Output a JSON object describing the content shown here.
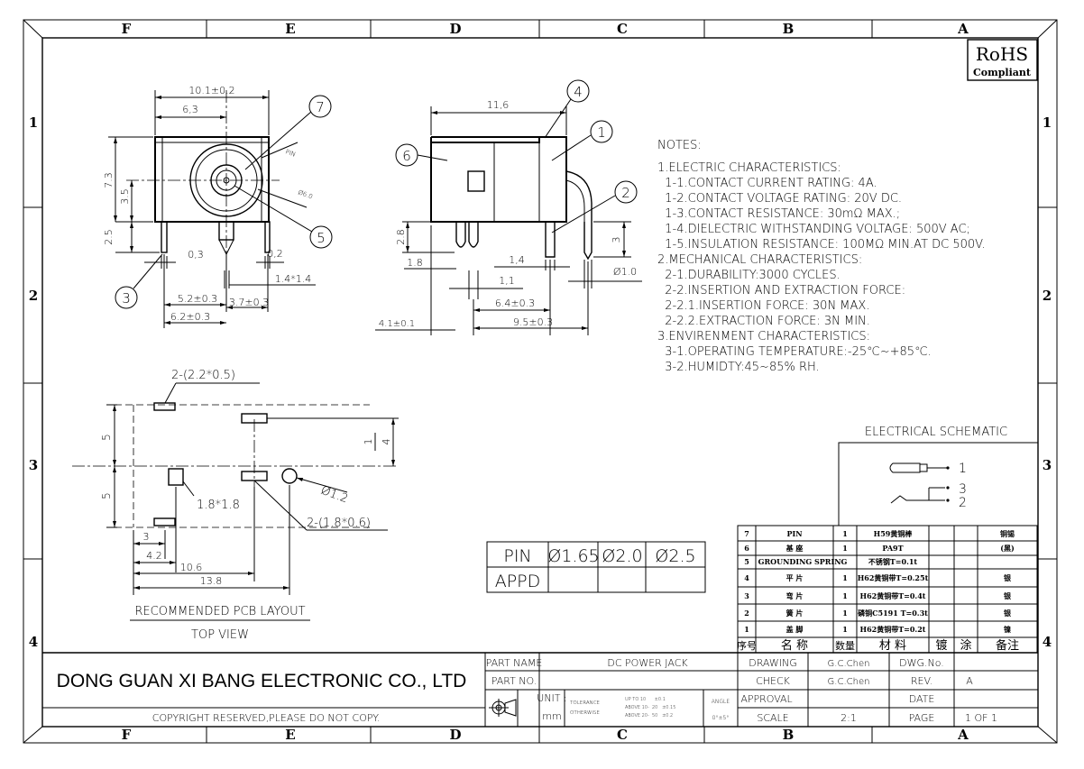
{
  "border": {
    "columns": [
      "F",
      "E",
      "D",
      "C",
      "B",
      "A"
    ],
    "rows": [
      "1",
      "2",
      "3",
      "4"
    ]
  },
  "rohs": {
    "line1": "RoHS",
    "line2": "Compliant"
  },
  "front_view": {
    "dims": {
      "width_total": "10.1±0.2",
      "width_center": "6,3",
      "height_total": "7.3",
      "height_center": "3.5",
      "pin_height": "2.5",
      "pin_thk_left": "0,3",
      "pin_thk_right": "0,2",
      "pin_section": "1.4*1.4",
      "pitch_a": "5.2±0.3",
      "pitch_b": "3.7±0.3",
      "pitch_c": "6.2±0.3"
    },
    "small_labels": {
      "pin": "PIN",
      "dia": "Ø6.0"
    },
    "balloons": [
      "7",
      "5",
      "3"
    ]
  },
  "side_view": {
    "dims": {
      "length": "11,6",
      "height": "2.8",
      "right_height": "3",
      "base": "1.8",
      "d1": "1,4",
      "d2": "1,1",
      "d3": "Ø1.0",
      "d4": "6.4±0.3",
      "d5": "9.5±0.3",
      "d6": "4.1±0.1"
    },
    "balloons": [
      "4",
      "6",
      "1",
      "2"
    ]
  },
  "notes": {
    "heading": "NOTES:",
    "lines": [
      "1.ELECTRIC CHARACTERISTICS:",
      "  1-1.CONTACT CURRENT RATING: 4A.",
      "  1-2.CONTACT VOLTAGE RATING: 20V DC.",
      "  1-3.CONTACT RESISTANCE: 30mΩ MAX.;",
      "  1-4.DIELECTRIC WITHSTANDING VOLTAGE: 500V AC;",
      "  1-5.INSULATION RESISTANCE: 100MΩ MIN.AT DC 500V.",
      "2.MECHANICAL CHARACTERISTICS:",
      "  2-1.DURABILITY:3000 CYCLES.",
      "  2-2.INSERTION AND EXTRACTION FORCE:",
      "  2-2.1.INSERTION FORCE: 30N MAX.",
      "  2-2.2.EXTRACTION FORCE: 3N MIN.",
      "3.ENVIRENMENT CHARACTERISTICS:",
      "  3-1.OPERATING TEMPERATURE:-25℃~+85℃.",
      "  3-2.HUMIDTY:45~85% RH."
    ]
  },
  "schematic": {
    "title": "ELECTRICAL SCHEMATIC",
    "pins": [
      "1",
      "3",
      "2"
    ]
  },
  "pcb_layout": {
    "dims": {
      "slot_top": "2-(2.2*0.5)",
      "v5_top": "5",
      "v5_bot": "5",
      "v1": "1",
      "v4": "4",
      "hole_dia": "Ø1.2",
      "sq_pad": "1.8*1.8",
      "slot_bot": "2-(1.8*0.6)",
      "h3": "3",
      "h42": "4.2",
      "h106": "10.6",
      "h138": "13.8"
    },
    "title": "RECOMMENDED PCB LAYOUT",
    "subtitle": "TOP VIEW"
  },
  "pin_table": {
    "row1": [
      "PIN",
      "Ø1.65",
      "Ø2.0",
      "Ø2.5"
    ],
    "row2": [
      "APPD",
      "",
      "",
      ""
    ]
  },
  "bom": {
    "rows": [
      [
        "7",
        "PIN",
        "1",
        "H59黄铜棒",
        "",
        "",
        "铜锡"
      ],
      [
        "6",
        "基  座",
        "1",
        "PA9T",
        "",
        "",
        "(黑)"
      ],
      [
        "5",
        "GROUNDING SPRING",
        "",
        "不锈钢T=0.1t",
        "",
        "",
        ""
      ],
      [
        "4",
        "平  片",
        "1",
        "H62黄铜带T=0.25t",
        "",
        "",
        "银"
      ],
      [
        "3",
        "弯  片",
        "1",
        "H62黄铜带T=0.4t",
        "",
        "",
        "银"
      ],
      [
        "2",
        "簧  片",
        "1",
        "磷铜C5191 T=0.3t",
        "",
        "",
        "银"
      ],
      [
        "1",
        "盖  脚",
        "1",
        "H62黄铜带T=0.2t",
        "",
        "",
        "镍"
      ]
    ],
    "header": [
      "序号",
      "名  称",
      "数量",
      "材  料",
      "镀",
      "涂",
      "备注"
    ]
  },
  "title_block": {
    "company": "DONG GUAN XI BANG ELECTRONIC CO., LTD",
    "copyright": "COPYRIGHT RESERVED,PLEASE DO NOT COPY.",
    "part_name_label": "PART NAME",
    "part_name": "DC POWER JACK",
    "part_no_label": "PART NO.",
    "part_no": "",
    "unit_label": "UNIT :",
    "unit": "mm",
    "tolerance_label": "TOLERANCE",
    "otherwise_label": "OTHERWISE",
    "tol_lines": [
      "UP TO 10      ±0.1",
      "ABOVE 10-  20   ±0.15",
      "ABOVE 20-  50   ±0.2"
    ],
    "angle_label": "ANGLE",
    "angle_value": "0°±5°",
    "drawing_label": "DRAWING",
    "drawing_by": "G.C.Chen",
    "check_label": "CHECK",
    "check_by": "G.C.Chen",
    "approval_label": "APPROVAL",
    "approval_by": "",
    "scale_label": "SCALE",
    "scale": "2:1",
    "dwg_no_label": "DWG.No.",
    "dwg_no": "",
    "rev_label": "REV.",
    "rev": "A",
    "date_label": "DATE",
    "date": "",
    "page_label": "PAGE",
    "page": "1 OF 1"
  }
}
